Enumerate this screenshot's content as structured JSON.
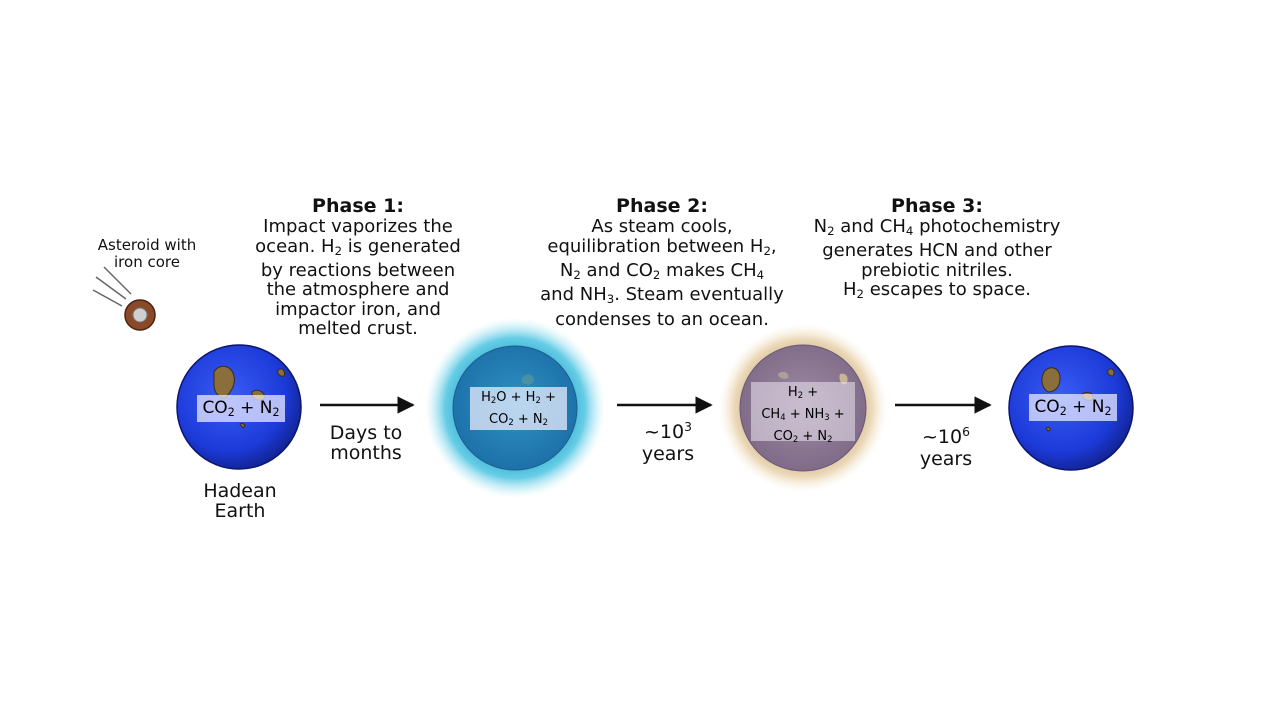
{
  "asteroid": {
    "label_lines": [
      "Asteroid with",
      "iron core"
    ]
  },
  "phases": [
    {
      "title": "Phase 1:",
      "lines": [
        "Impact vaporizes the",
        "ocean. H<sub>2</sub> is generated",
        "by reactions between",
        "the atmosphere and",
        "impactor iron, and",
        "melted crust."
      ]
    },
    {
      "title": "Phase 2:",
      "lines": [
        "As steam cools,",
        "equilibration between H<sub>2</sub>,",
        "N<sub>2</sub> and CO<sub>2</sub> makes CH<sub>4</sub>",
        "and NH<sub>3</sub>. Steam eventually",
        "condenses to an ocean."
      ]
    },
    {
      "title": "Phase 3:",
      "lines": [
        "N<sub>2</sub> and CH<sub>4</sub> photochemistry",
        "generates HCN and other",
        "prebiotic nitriles.",
        "H<sub>2</sub> escapes to space."
      ]
    }
  ],
  "planets": [
    {
      "atmosphere_lines": [
        "CO<sub>2</sub> + N<sub>2</sub>"
      ]
    },
    {
      "atmosphere_lines": [
        "H<sub>2</sub>O + H<sub>2</sub> +",
        "CO<sub>2</sub> + N<sub>2</sub>"
      ]
    },
    {
      "atmosphere_lines": [
        "H<sub>2</sub> +",
        "CH<sub>4</sub> + NH<sub>3</sub> +",
        "CO<sub>2</sub> + N<sub>2</sub>"
      ]
    },
    {
      "atmosphere_lines": [
        "CO<sub>2</sub> + N<sub>2</sub>"
      ]
    }
  ],
  "earth_label_lines": [
    "Hadean",
    "Earth"
  ],
  "transitions": [
    {
      "lines": [
        "Days to",
        "months"
      ]
    },
    {
      "lines": [
        "~10<sup>3</sup>",
        "years"
      ]
    },
    {
      "lines": [
        "~10<sup>6</sup>",
        "years"
      ]
    }
  ],
  "colors": {
    "ocean_blue": "#1c3ad8",
    "steam_cyan": "#35b6d8",
    "haze_tan": "#d2b58c",
    "haze_purple": "#8a7792",
    "land_brown": "#8a6e3c",
    "asteroid_rock": "#8a4a2a"
  }
}
